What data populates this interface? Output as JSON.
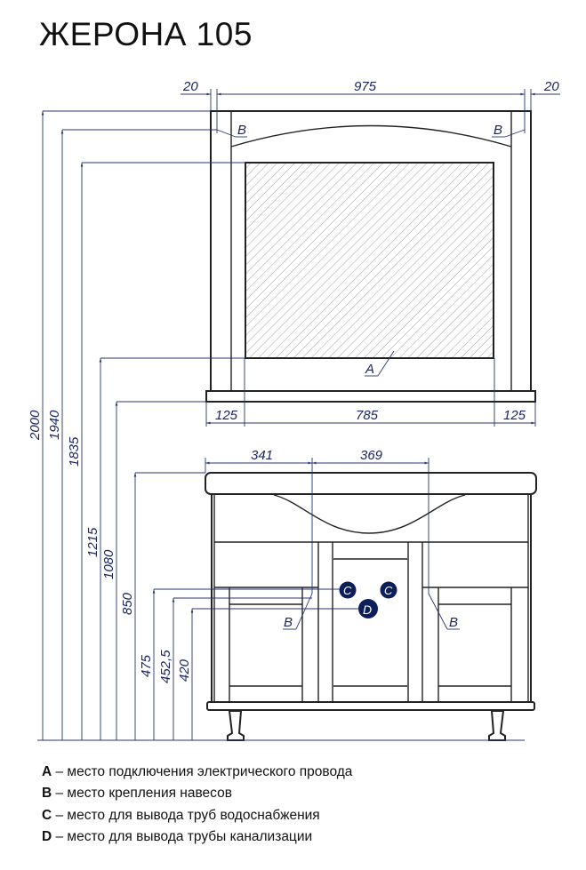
{
  "title": "ЖЕРОНА 105",
  "mirror": {
    "width_dims": [
      "20",
      "975",
      "20"
    ],
    "bottom_dims": [
      "125",
      "785",
      "125"
    ],
    "label_a": "A",
    "label_b": "B"
  },
  "cabinet": {
    "top_dims": [
      "341",
      "369"
    ],
    "label_b": "B",
    "label_c": "C",
    "label_d": "D"
  },
  "heights": [
    "2000",
    "1940",
    "1835",
    "1215",
    "1080",
    "850",
    "475",
    "452,5",
    "420"
  ],
  "legend": [
    {
      "key": "A",
      "text": " – место подключения электрического провода"
    },
    {
      "key": "B",
      "text": " – место крепления навесов"
    },
    {
      "key": "C",
      "text": " – место для вывода труб водоснабжения"
    },
    {
      "key": "D",
      "text": " – место для вывода трубы канализации"
    }
  ],
  "colors": {
    "marker": "#0d1f5a",
    "dimension": "#1a2560"
  }
}
